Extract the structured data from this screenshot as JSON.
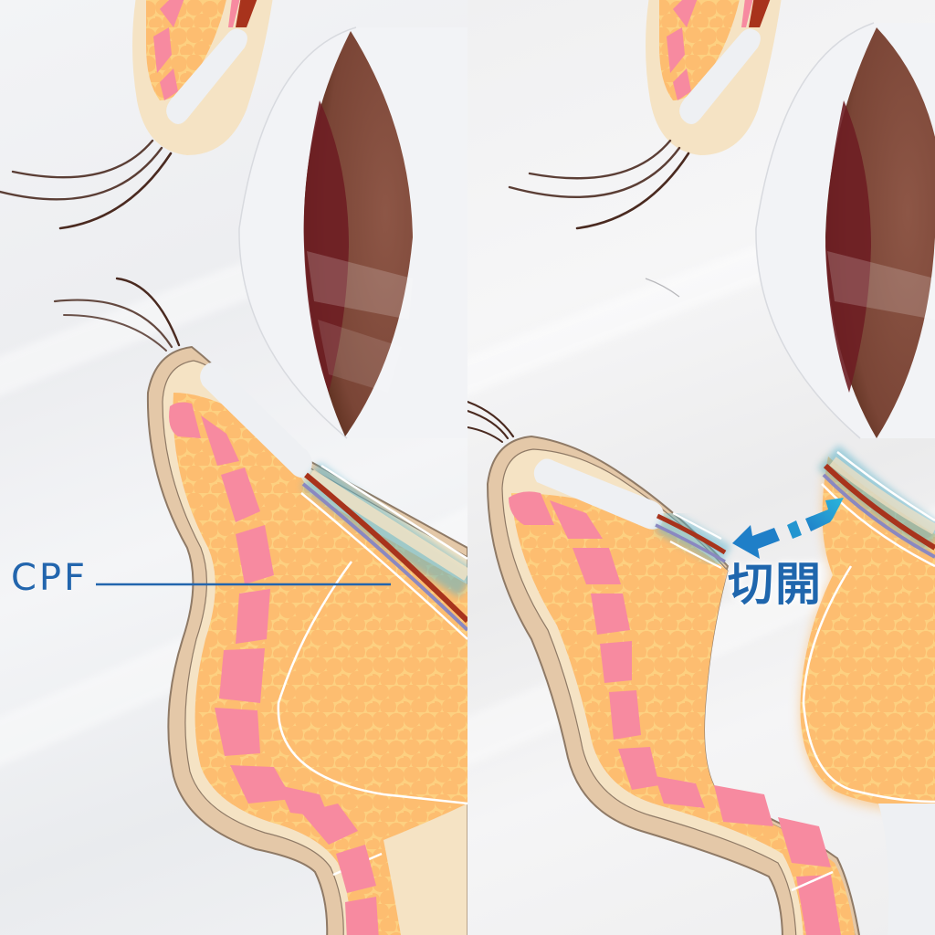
{
  "figure": {
    "description": "Two-panel eyelid cross-section illustration: left shows intact CPF (capsulopalpebral fascia) layer, right shows the layer incised with double-headed arrow",
    "panels": [
      {
        "id": "before",
        "label": "CPF",
        "label_color": "#2265ad",
        "leader_line": true
      },
      {
        "id": "after",
        "label": "切開",
        "label_color": "#1f66ad",
        "arrow": "double-headed, dashed, blue gradient"
      }
    ]
  },
  "colors": {
    "skin_outline": "#8f7a66",
    "skin": "#e4c8a8",
    "tissue_cream": "#f5e3c4",
    "fat_orange": "#fec47a",
    "fat_cell": "#fdbb6e",
    "muscle_pink": "#f78aa0",
    "tarsus_white": "#eef0f3",
    "iris_dark": "#5a2a18",
    "iris_mid": "#8a5444",
    "pupil": "#6e1e24",
    "cpf_glow": "#5ab4cc",
    "conjunctiva_red": "#a8331c",
    "layer_purple": "#8a88c0",
    "arrow_blue": "#1f7fc8",
    "arrow_cyan": "#2bb6dc",
    "lash": "#4a2a20"
  }
}
